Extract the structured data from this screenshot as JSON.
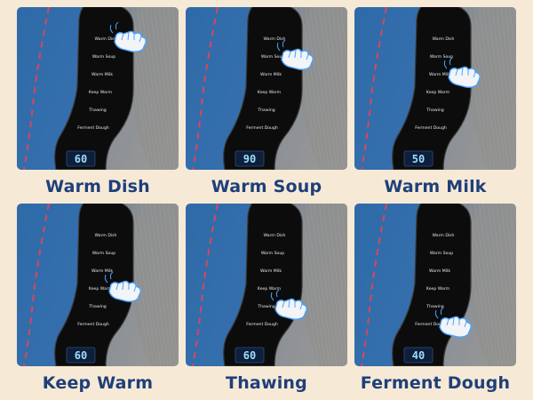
{
  "panels": [
    {
      "caption": "Warm Dish",
      "display": "60",
      "active_index": 0,
      "modes": [
        "Warm Dish",
        "Warm Soup",
        "Warm Milk",
        "Keep Warm",
        "Thawing",
        "Ferment Dough"
      ]
    },
    {
      "caption": "Warm Soup",
      "display": "90",
      "active_index": 1,
      "modes": [
        "Warm Dish",
        "Warm Soup",
        "Warm Milk",
        "Keep Warm",
        "Thawing",
        "Ferment Dough"
      ]
    },
    {
      "caption": "Warm Milk",
      "display": "50",
      "active_index": 2,
      "modes": [
        "Warm Dish",
        "Warm Soup",
        "Warm Milk",
        "Keep Warm",
        "Thawing",
        "Ferment Dough"
      ]
    },
    {
      "caption": "Keep Warm",
      "display": "60",
      "active_index": 3,
      "modes": [
        "Warm Dish",
        "Warm Soup",
        "Warm Milk",
        "Keep Warm",
        "Thawing",
        "Ferment Dough"
      ]
    },
    {
      "caption": "Thawing",
      "display": "60",
      "active_index": 4,
      "modes": [
        "Warm Dish",
        "Warm Soup",
        "Warm Milk",
        "Keep Warm",
        "Thawing",
        "Ferment Dough"
      ]
    },
    {
      "caption": "Ferment Dough",
      "display": "40",
      "active_index": 5,
      "modes": [
        "Warm Dish",
        "Warm Soup",
        "Warm Milk",
        "Keep Warm",
        "Thawing",
        "Ferment Dough"
      ]
    }
  ],
  "colors": {
    "background": "#f6ead6",
    "caption": "#1f3f7a",
    "mat_blue": "#356fae",
    "dashed_line": "#d8475a",
    "display_text": "#9fdcff",
    "hand_outline": "#4aa3ff"
  },
  "icons": {
    "pointer": "tapping-hand-icon"
  }
}
